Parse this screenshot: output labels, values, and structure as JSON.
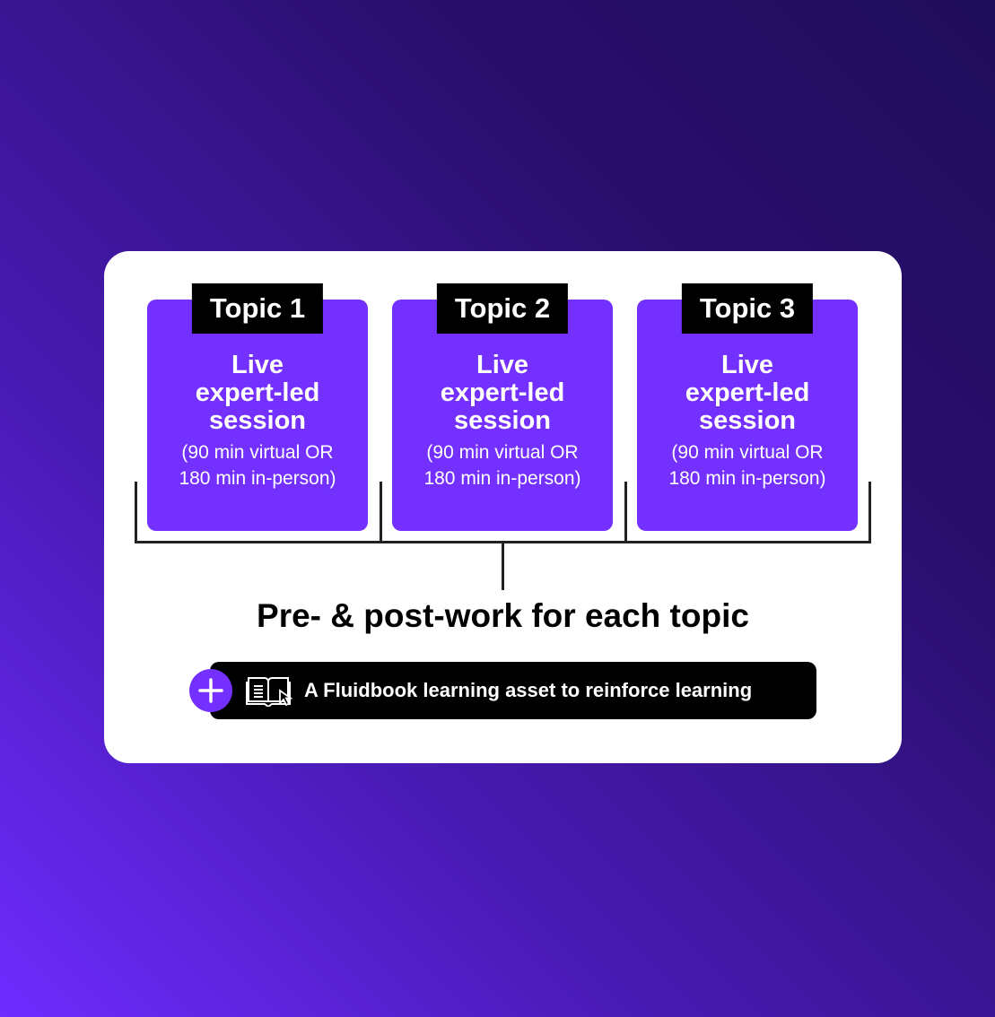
{
  "topics": [
    {
      "tag": "Topic 1",
      "title": "Live expert-led session",
      "subtitle_line1": "(90 min virtual OR",
      "subtitle_line2": "180 min in-person)"
    },
    {
      "tag": "Topic 2",
      "title": "Live expert-led session",
      "subtitle_line1": "(90 min virtual OR",
      "subtitle_line2": "180 min in-person)"
    },
    {
      "tag": "Topic 3",
      "title": "Live expert-led session",
      "subtitle_line1": "(90 min virtual OR",
      "subtitle_line2": "180 min in-person)"
    }
  ],
  "heading": "Pre- & post-work for each topic",
  "asset": {
    "icon": "book-icon",
    "label": "A Fluidbook learning asset to reinforce learning"
  },
  "colors": {
    "accent": "#7330ff",
    "dark": "#000000",
    "bg_dark": "#1e0d5a",
    "bg_light": "#6e2cff"
  }
}
